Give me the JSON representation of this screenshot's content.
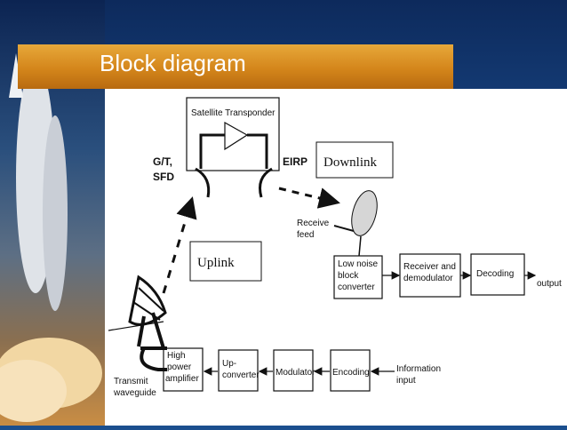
{
  "slide": {
    "title": "Block diagram"
  },
  "diagram": {
    "satellite_transponder": "Satellite Transponder",
    "gt_label_1": "G/T,",
    "gt_label_2": "SFD",
    "eirp": "EIRP",
    "downlink": "Downlink",
    "uplink": "Uplink",
    "receive_feed_1": "Receive",
    "receive_feed_2": "feed",
    "lnb_1": "Low noise",
    "lnb_2": "block",
    "lnb_3": "converter",
    "receiver_1": "Receiver and",
    "receiver_2": "demodulator",
    "decoding": "Decoding",
    "output": "output",
    "hpa_1": "High",
    "hpa_2": "power",
    "hpa_3": "amplifier",
    "upconv_1": "Up-",
    "upconv_2": "converter",
    "modulator": "Modulator",
    "encoding": "Encoding",
    "info_1": "Information",
    "info_2": "input",
    "tw_1": "Transmit",
    "tw_2": "waveguide"
  }
}
